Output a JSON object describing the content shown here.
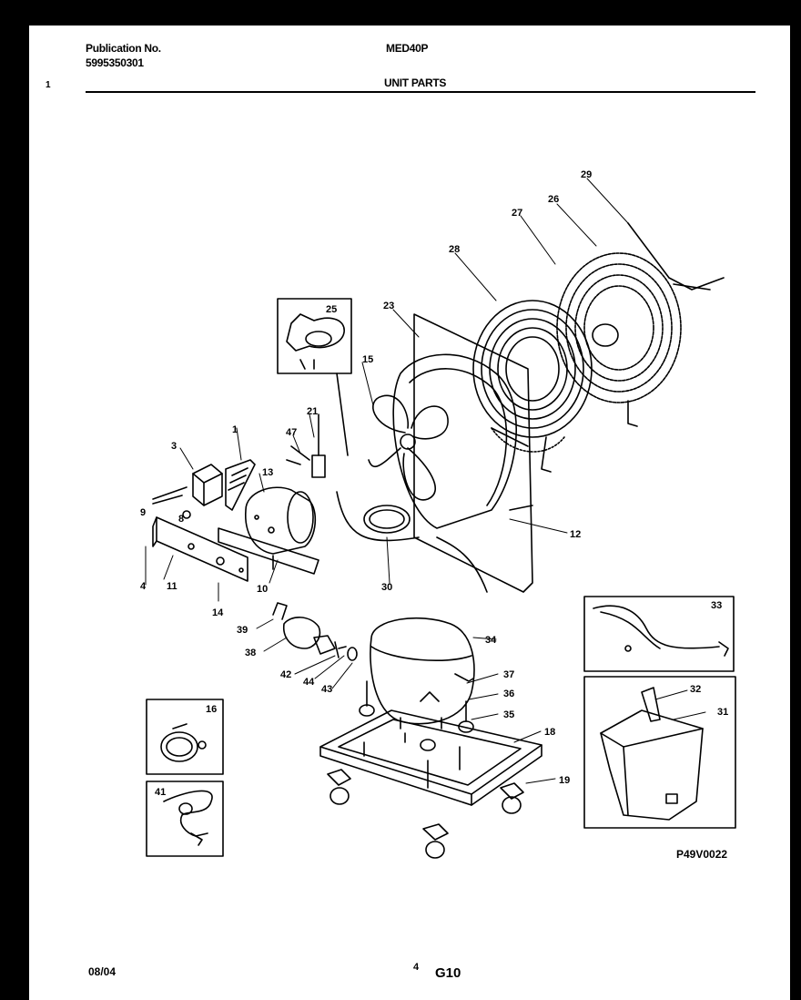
{
  "header": {
    "publication_label": "Publication No.",
    "publication_number": "5995350301",
    "model": "MED40P",
    "section": "UNIT PARTS",
    "marker": "1"
  },
  "diagram_code": "P49V0022",
  "footer": {
    "date": "08/04",
    "page": "4",
    "code": "G10"
  },
  "callouts": [
    "1",
    "3",
    "4",
    "8",
    "9",
    "10",
    "11",
    "12",
    "13",
    "14",
    "15",
    "16",
    "18",
    "19",
    "21",
    "23",
    "25",
    "26",
    "27",
    "28",
    "29",
    "30",
    "31",
    "32",
    "33",
    "34",
    "35",
    "36",
    "37",
    "38",
    "39",
    "41",
    "42",
    "43",
    "44",
    "47"
  ]
}
